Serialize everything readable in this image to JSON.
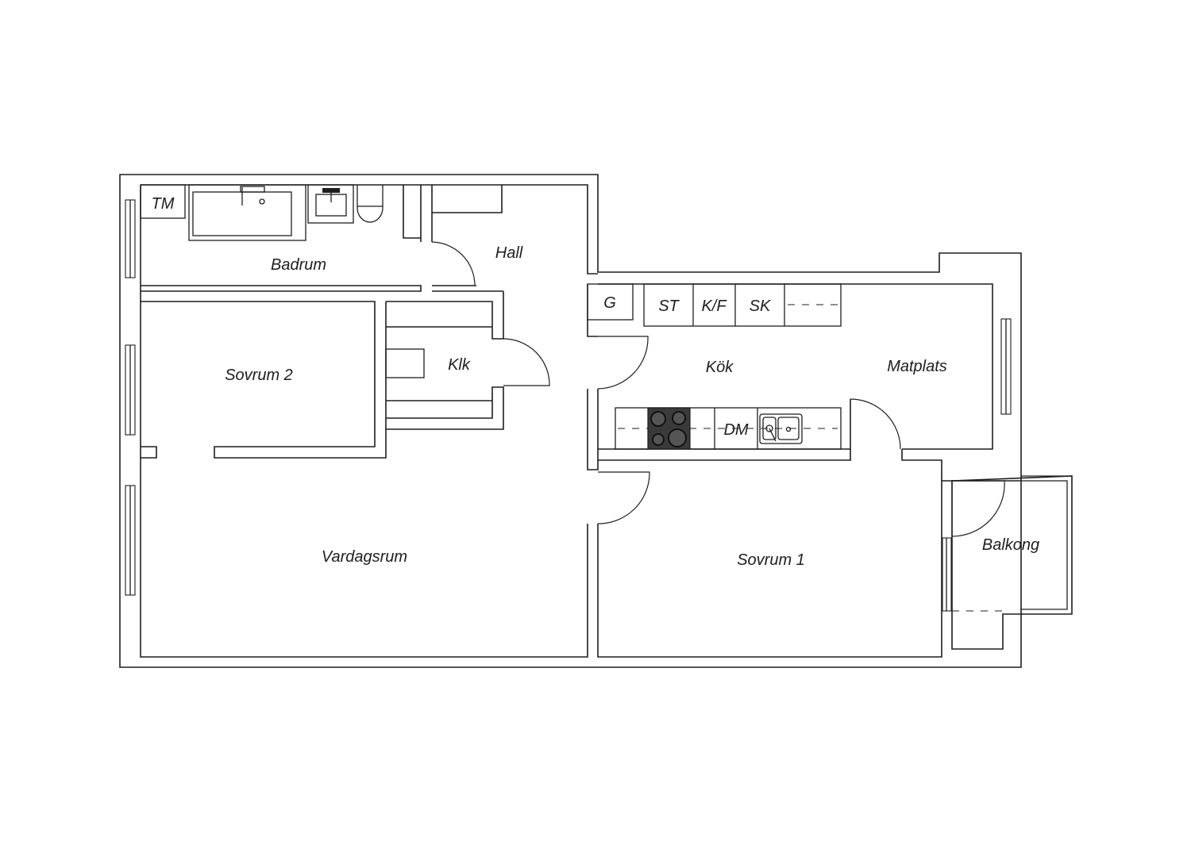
{
  "rooms": {
    "badrum": "Badrum",
    "hall": "Hall",
    "sovrum2": "Sovrum 2",
    "klk": "Klk",
    "kok": "Kök",
    "matplats": "Matplats",
    "vardagsrum": "Vardagsrum",
    "sovrum1": "Sovrum 1",
    "balkong": "Balkong"
  },
  "fixtures": {
    "tm": "TM",
    "g": "G",
    "st": "ST",
    "kf": "K/F",
    "sk": "SK",
    "dm": "DM"
  },
  "colors": {
    "line": "#1e1e1e",
    "stove": "#3a3a3a",
    "background": "#ffffff"
  }
}
